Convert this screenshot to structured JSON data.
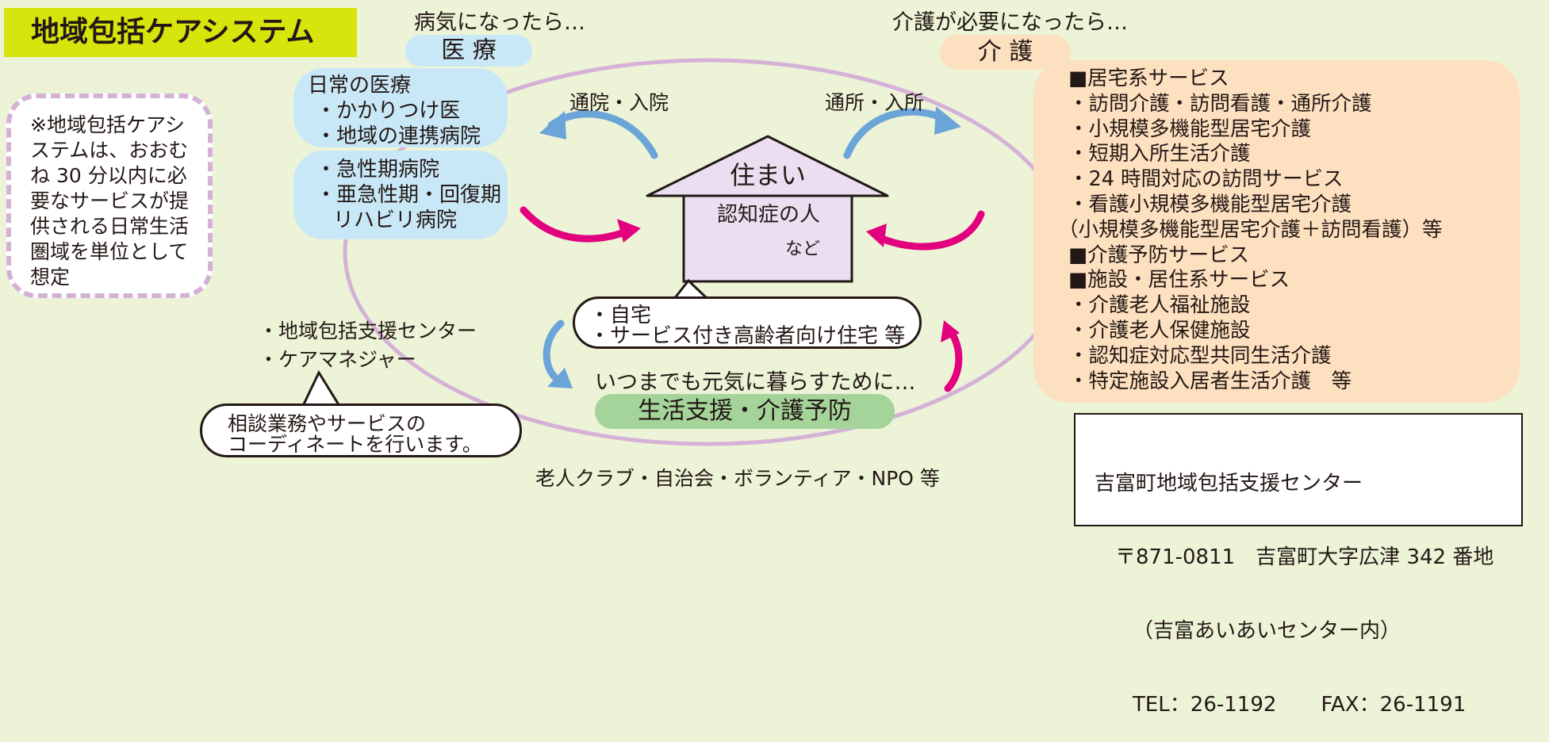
{
  "title": "地域包括ケアシステム",
  "colors": {
    "background": "#ecf3d6",
    "title_bg": "#d7e50c",
    "medical_bg": "#c9e8f7",
    "care_bg": "#fde0c0",
    "support_bg": "#a5d49b",
    "circle": "#d5b1d8",
    "house": "#eadff0",
    "arrow_blue": "#6ba4d8",
    "arrow_pink": "#e3007f"
  },
  "icons": [
    "arrow-blue-left-icon",
    "arrow-blue-right-icon",
    "arrow-pink-icon",
    "arrow-blue-down-icon",
    "arrow-pink-up-icon",
    "house-icon"
  ],
  "medical": {
    "caption": "病気になったら…",
    "label": "医 療",
    "daily_heading": "日常の医療",
    "daily_items": [
      "・かかりつけ医",
      "・地域の連携病院"
    ],
    "hospital_items": [
      "・急性期病院",
      "・亜急性期・回復期",
      "リハビリ病院"
    ]
  },
  "care": {
    "caption": "介護が必要になったら…",
    "label": "介 護",
    "lines": [
      "■居宅系サービス",
      "・訪問介護・訪問看護・通所介護",
      "・小規模多機能型居宅介護",
      "・短期入所生活介護",
      "・24 時間対応の訪問サービス",
      "・看護小規模多機能型居宅介護",
      "（小規模多機能型居宅介護＋訪問看護）等",
      "■介護予防サービス",
      "■施設・居住系サービス",
      "・介護老人福祉施設",
      "・介護老人保健施設",
      "・認知症対応型共同生活介護",
      "・特定施設入居者生活介護　等"
    ]
  },
  "arrows": {
    "hospital": "通院・入院",
    "daycare": "通所・入所"
  },
  "house": {
    "roof": "住まい",
    "body": "認知症の人",
    "body_sub": "など"
  },
  "home_bubble": [
    "・自宅",
    "・サービス付き高齢者向け住宅 等"
  ],
  "note": "※地域包括ケアシステムは、おおむね 30 分以内に必要なサービスが提供される日常生活圏域を単位として想定",
  "support": {
    "caption": "いつまでも元気に暮らすために…",
    "label": "生活支援・介護予防",
    "groups": "老人クラブ・自治会・ボランティア・NPO 等"
  },
  "consult": {
    "items": [
      "・地域包括支援センター",
      "・ケアマネジャー"
    ],
    "bubble": [
      "相談業務やサービスの",
      "コーディネートを行います。"
    ]
  },
  "contact": {
    "name": "吉富町地域包括支援センター",
    "address": "〒871-0811　吉富町大字広津 342 番地",
    "building": "（吉富あいあいセンター内）",
    "tel": "TEL：26-1192",
    "fax": "FAX：26-1191"
  }
}
